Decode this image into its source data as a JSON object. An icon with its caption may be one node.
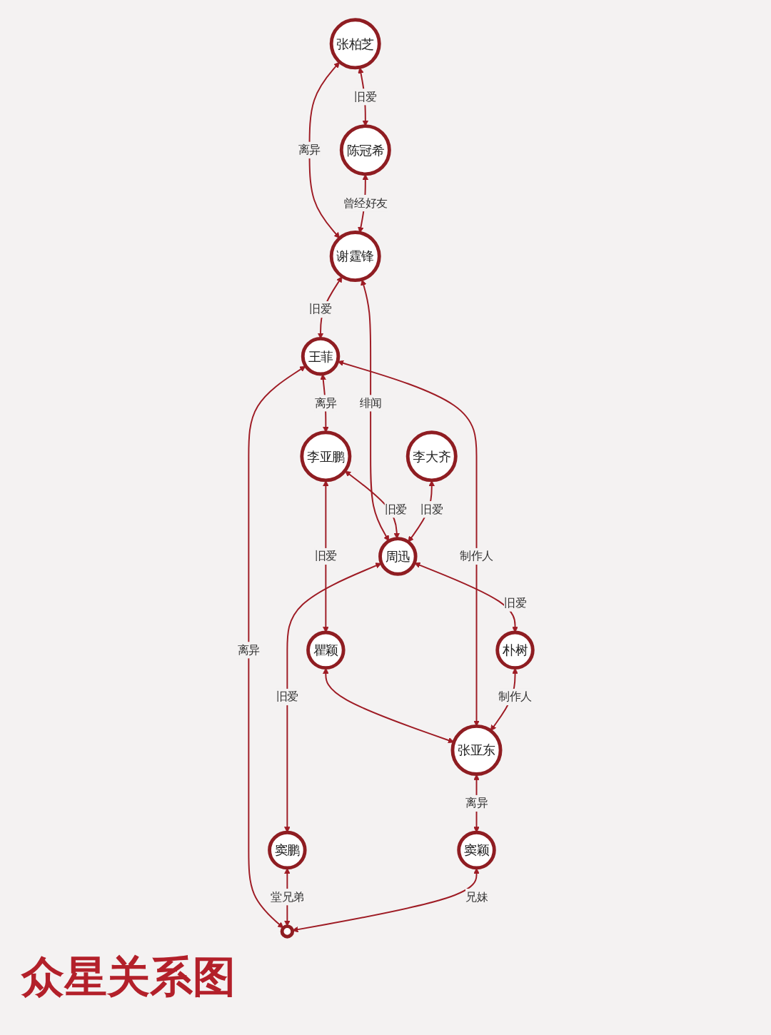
{
  "diagram": {
    "title": "众星关系图",
    "nodes": [
      {
        "text": [
          "陈冠希"
        ]
      },
      {
        "text": [
          "张柏芝"
        ]
      },
      {
        "text": [
          "王菲"
        ]
      },
      {
        "text": [
          "谢霆锋"
        ]
      },
      {
        "text": [
          "李亚鹏"
        ]
      },
      {
        "text": [
          "周迅"
        ]
      },
      {
        "text": [
          "瞿颖"
        ]
      },
      {
        "text": [
          "李大齐"
        ]
      },
      {
        "text": [
          "窦鹏"
        ]
      },
      {
        "text": [
          "朴树"
        ]
      },
      {
        "text": [
          "张亚东"
        ]
      },
      {
        "text": [
          "窦颖"
        ]
      },
      {
        "text": [],
        "shape": "circle"
      }
    ],
    "edges": [
      {
        "from": 1,
        "to": 0,
        "arrow": "both",
        "label": "旧爱"
      },
      {
        "from": 1,
        "to": 3,
        "arrow": "both",
        "label": "离异"
      },
      {
        "from": 0,
        "to": 3,
        "arrow": "both",
        "label": "曾经好友"
      },
      {
        "from": 3,
        "to": 2,
        "arrow": "both",
        "label": "旧爱"
      },
      {
        "from": 2,
        "to": 4,
        "arrow": "both",
        "label": "离异"
      },
      {
        "from": 3,
        "to": 5,
        "arrow": "both",
        "label": "绯闻"
      },
      {
        "from": 4,
        "to": 5,
        "arrow": "both",
        "label": "旧爱"
      },
      {
        "from": 4,
        "to": 6,
        "arrow": "both",
        "label": "旧爱"
      },
      {
        "from": 7,
        "to": 5,
        "arrow": "both",
        "label": "旧爱"
      },
      {
        "from": 5,
        "to": 8,
        "arrow": "both",
        "label": "旧爱"
      },
      {
        "from": 5,
        "to": 9,
        "arrow": "both",
        "label": "旧爱"
      },
      {
        "from": 6,
        "to": 10,
        "arrow": "both"
      },
      {
        "from": 2,
        "to": 10,
        "arrow": "both",
        "label": "制作人"
      },
      {
        "from": 2,
        "to": 12,
        "arrow": "both",
        "label": "离异"
      },
      {
        "from": 9,
        "to": 10,
        "arrow": "both",
        "label": "制作人"
      },
      {
        "from": 10,
        "to": 11,
        "arrow": "both",
        "label": "离异"
      },
      {
        "from": 8,
        "to": 12,
        "arrow": "both",
        "label": "堂兄弟"
      },
      {
        "from": 11,
        "to": 12,
        "arrow": "both",
        "label": "兄妹"
      }
    ]
  }
}
